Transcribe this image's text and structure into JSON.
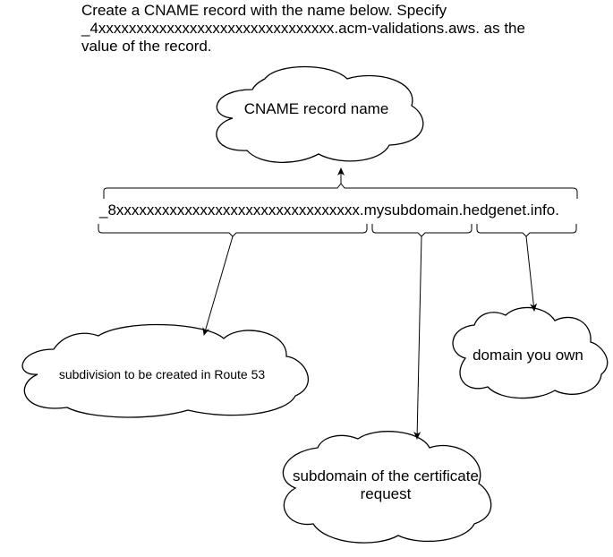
{
  "instruction": "Create a CNAME record with the name below. Specify\n_4xxxxxxxxxxxxxxxxxxxxxxxxxxxxxxx.acm-validations.aws. as the\nvalue of the record.",
  "record_name": "_8xxxxxxxxxxxxxxxxxxxxxxxxxxxxxxxx.mysubdomain.hedgenet.info.",
  "callouts": {
    "cname_record_name": "CNAME record name",
    "subdivision": "subdivision to be created in Route 53",
    "domain_you_own": "domain you own",
    "certificate_subdomain": "subdomain of the certificate request"
  },
  "colors": {
    "stroke": "#000000",
    "fill": "#ffffff",
    "text": "#000000"
  }
}
